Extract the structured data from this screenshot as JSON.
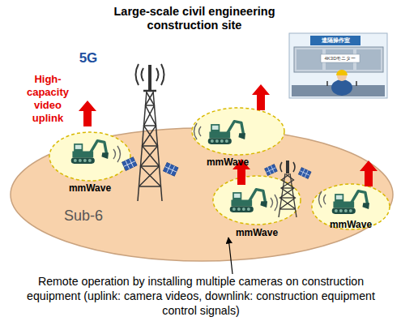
{
  "diagram": {
    "title": "Large-scale civil engineering construction site",
    "caption": "Remote operation by installing multiple cameras on construction equipment (uplink: camera videos, downlink: construction equipment control signals)",
    "nodes": [
      {
        "text": [
          "Sub-6"
        ]
      },
      {
        "text": [
          "mmWave"
        ],
        "in": 0
      },
      {
        "text": [
          "mmWave"
        ],
        "in": 0
      },
      {
        "text": [
          "mmWave"
        ],
        "in": 0
      },
      {
        "text": [
          "mmWave"
        ],
        "in": 0
      }
    ],
    "labels": [
      "遠隔操作室",
      "4K3Dモニター",
      "5G",
      "High-capacity video uplink"
    ]
  }
}
